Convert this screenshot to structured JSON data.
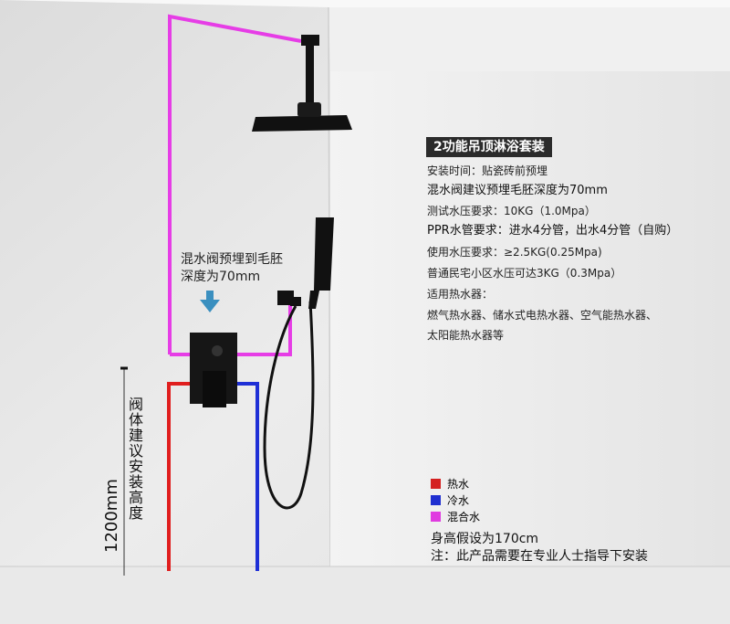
{
  "title": "2功能吊顶淋浴套装",
  "specs": [
    "安装时间：贴瓷砖前预埋",
    "混水阀建议预埋毛胚深度为70mm",
    "测试水压要求：10KG（1.0Mpa）",
    "PPR水管要求：进水4分管，出水4分管（自购）",
    "使用水压要求：≥2.5KG(0.25Mpa)",
    "普通民宅小区水压可达3KG（0.3Mpa）",
    "适用热水器：",
    "燃气热水器、储水式电热水器、空气能热水器、",
    "太阳能热水器等"
  ],
  "annotations": {
    "embed_line1": "混水阀预埋到毛胚",
    "embed_line2": "深度为70mm",
    "valve_height": "阀体建议安装高度",
    "height_value": "1200mm",
    "person_height": "身高假设为170cm",
    "install_note": "注：此产品需要在专业人士指导下安装"
  },
  "legend": [
    {
      "label": "热水",
      "color": "#d42020"
    },
    {
      "label": "冷水",
      "color": "#1f2fd0"
    },
    {
      "label": "混合水",
      "color": "#e03be0"
    }
  ],
  "colors": {
    "wall": "#eeeeee",
    "wall_shadow": "#d8d8d8",
    "ceiling": "#f7f7f7",
    "fixture": "#111111",
    "title_bg": "#2b2b2b"
  },
  "icons": [
    "shower-head-icon",
    "hand-shower-icon",
    "valve-icon",
    "down-arrow-icon"
  ]
}
